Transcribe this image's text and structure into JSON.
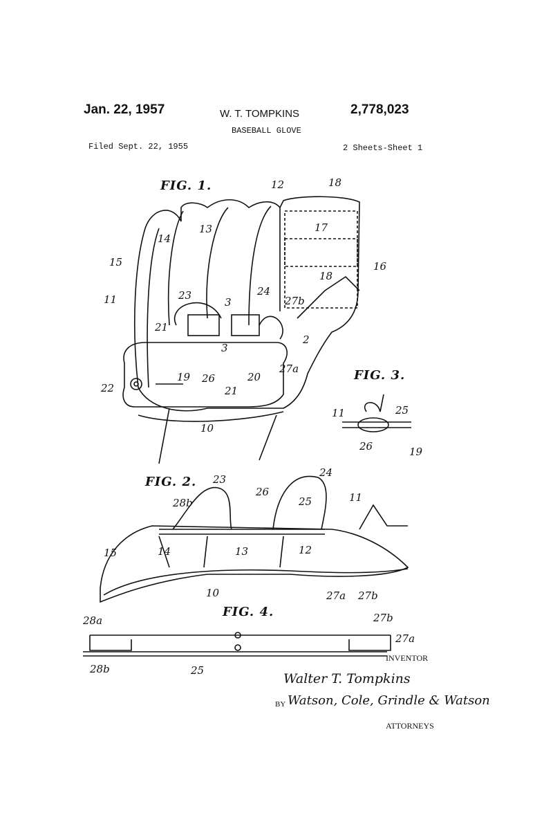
{
  "header": {
    "date": "Jan. 22, 1957",
    "inventor": "W. T. TOMPKINS",
    "patent_number": "2,778,023",
    "title": "BASEBALL GLOVE",
    "filed": "Filed Sept. 22, 1955",
    "sheets": "2 Sheets-Sheet 1"
  },
  "figures": {
    "fig1": {
      "label": "FIG. 1.",
      "numerals": [
        "12",
        "18",
        "17",
        "16",
        "13",
        "14",
        "15",
        "11",
        "23",
        "3",
        "24",
        "27b",
        "18",
        "2",
        "21",
        "22",
        "19",
        "26",
        "3",
        "20",
        "27a",
        "21",
        "10"
      ]
    },
    "fig3": {
      "label": "FIG. 3.",
      "numerals": [
        "11",
        "25",
        "26",
        "19"
      ]
    },
    "fig2": {
      "label": "FIG. 2.",
      "numerals": [
        "23",
        "24",
        "28b",
        "26",
        "25",
        "11",
        "15",
        "14",
        "13",
        "12",
        "10",
        "27a",
        "27b"
      ]
    },
    "fig4": {
      "label": "FIG. 4.",
      "numerals": [
        "28a",
        "27b",
        "27a",
        "28b",
        "25"
      ]
    }
  },
  "footer": {
    "inventor_label": "INVENTOR",
    "inventor_signature": "Walter T. Tompkins",
    "by": "BY",
    "attorneys_signature": "Watson, Cole, Grindle & Watson",
    "attorneys_label": "ATTORNEYS"
  }
}
